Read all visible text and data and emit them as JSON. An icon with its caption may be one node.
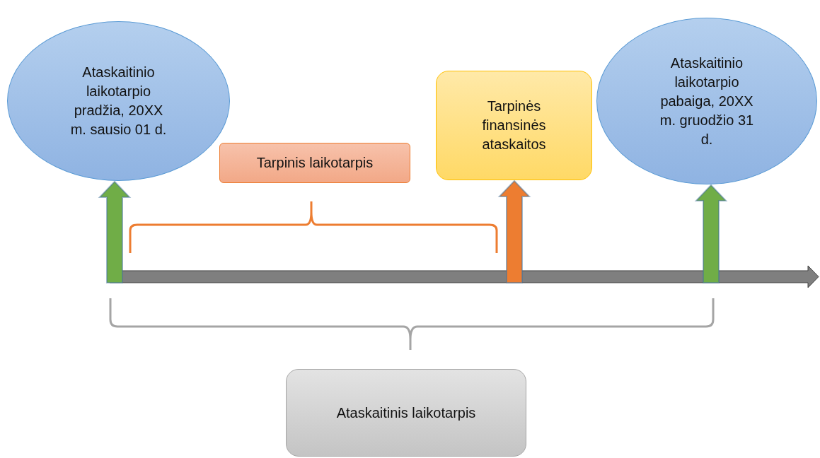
{
  "diagram": {
    "nodes": [
      {
        "text": [
          "Ataskaitinio laikotarpio pradžia, 20XX m. sausio 01 d."
        ]
      },
      {
        "text": [
          "Tarpinis laikotarpis"
        ]
      },
      {
        "text": [
          "Tarpinės finansinės ataskaitos"
        ]
      },
      {
        "text": [
          "Ataskaitinio laikotarpio pabaiga, 20XX m. gruodžio 31 d."
        ]
      },
      {
        "text": [
          "Ataskaitinis laikotarpis"
        ]
      }
    ],
    "edges": [
      {
        "from": null,
        "to": 0,
        "arrow": "to"
      },
      {
        "from": null,
        "to": 2,
        "arrow": "to",
        "color": "#ed7d31"
      },
      {
        "from": null,
        "to": 3,
        "arrow": "to"
      }
    ]
  }
}
